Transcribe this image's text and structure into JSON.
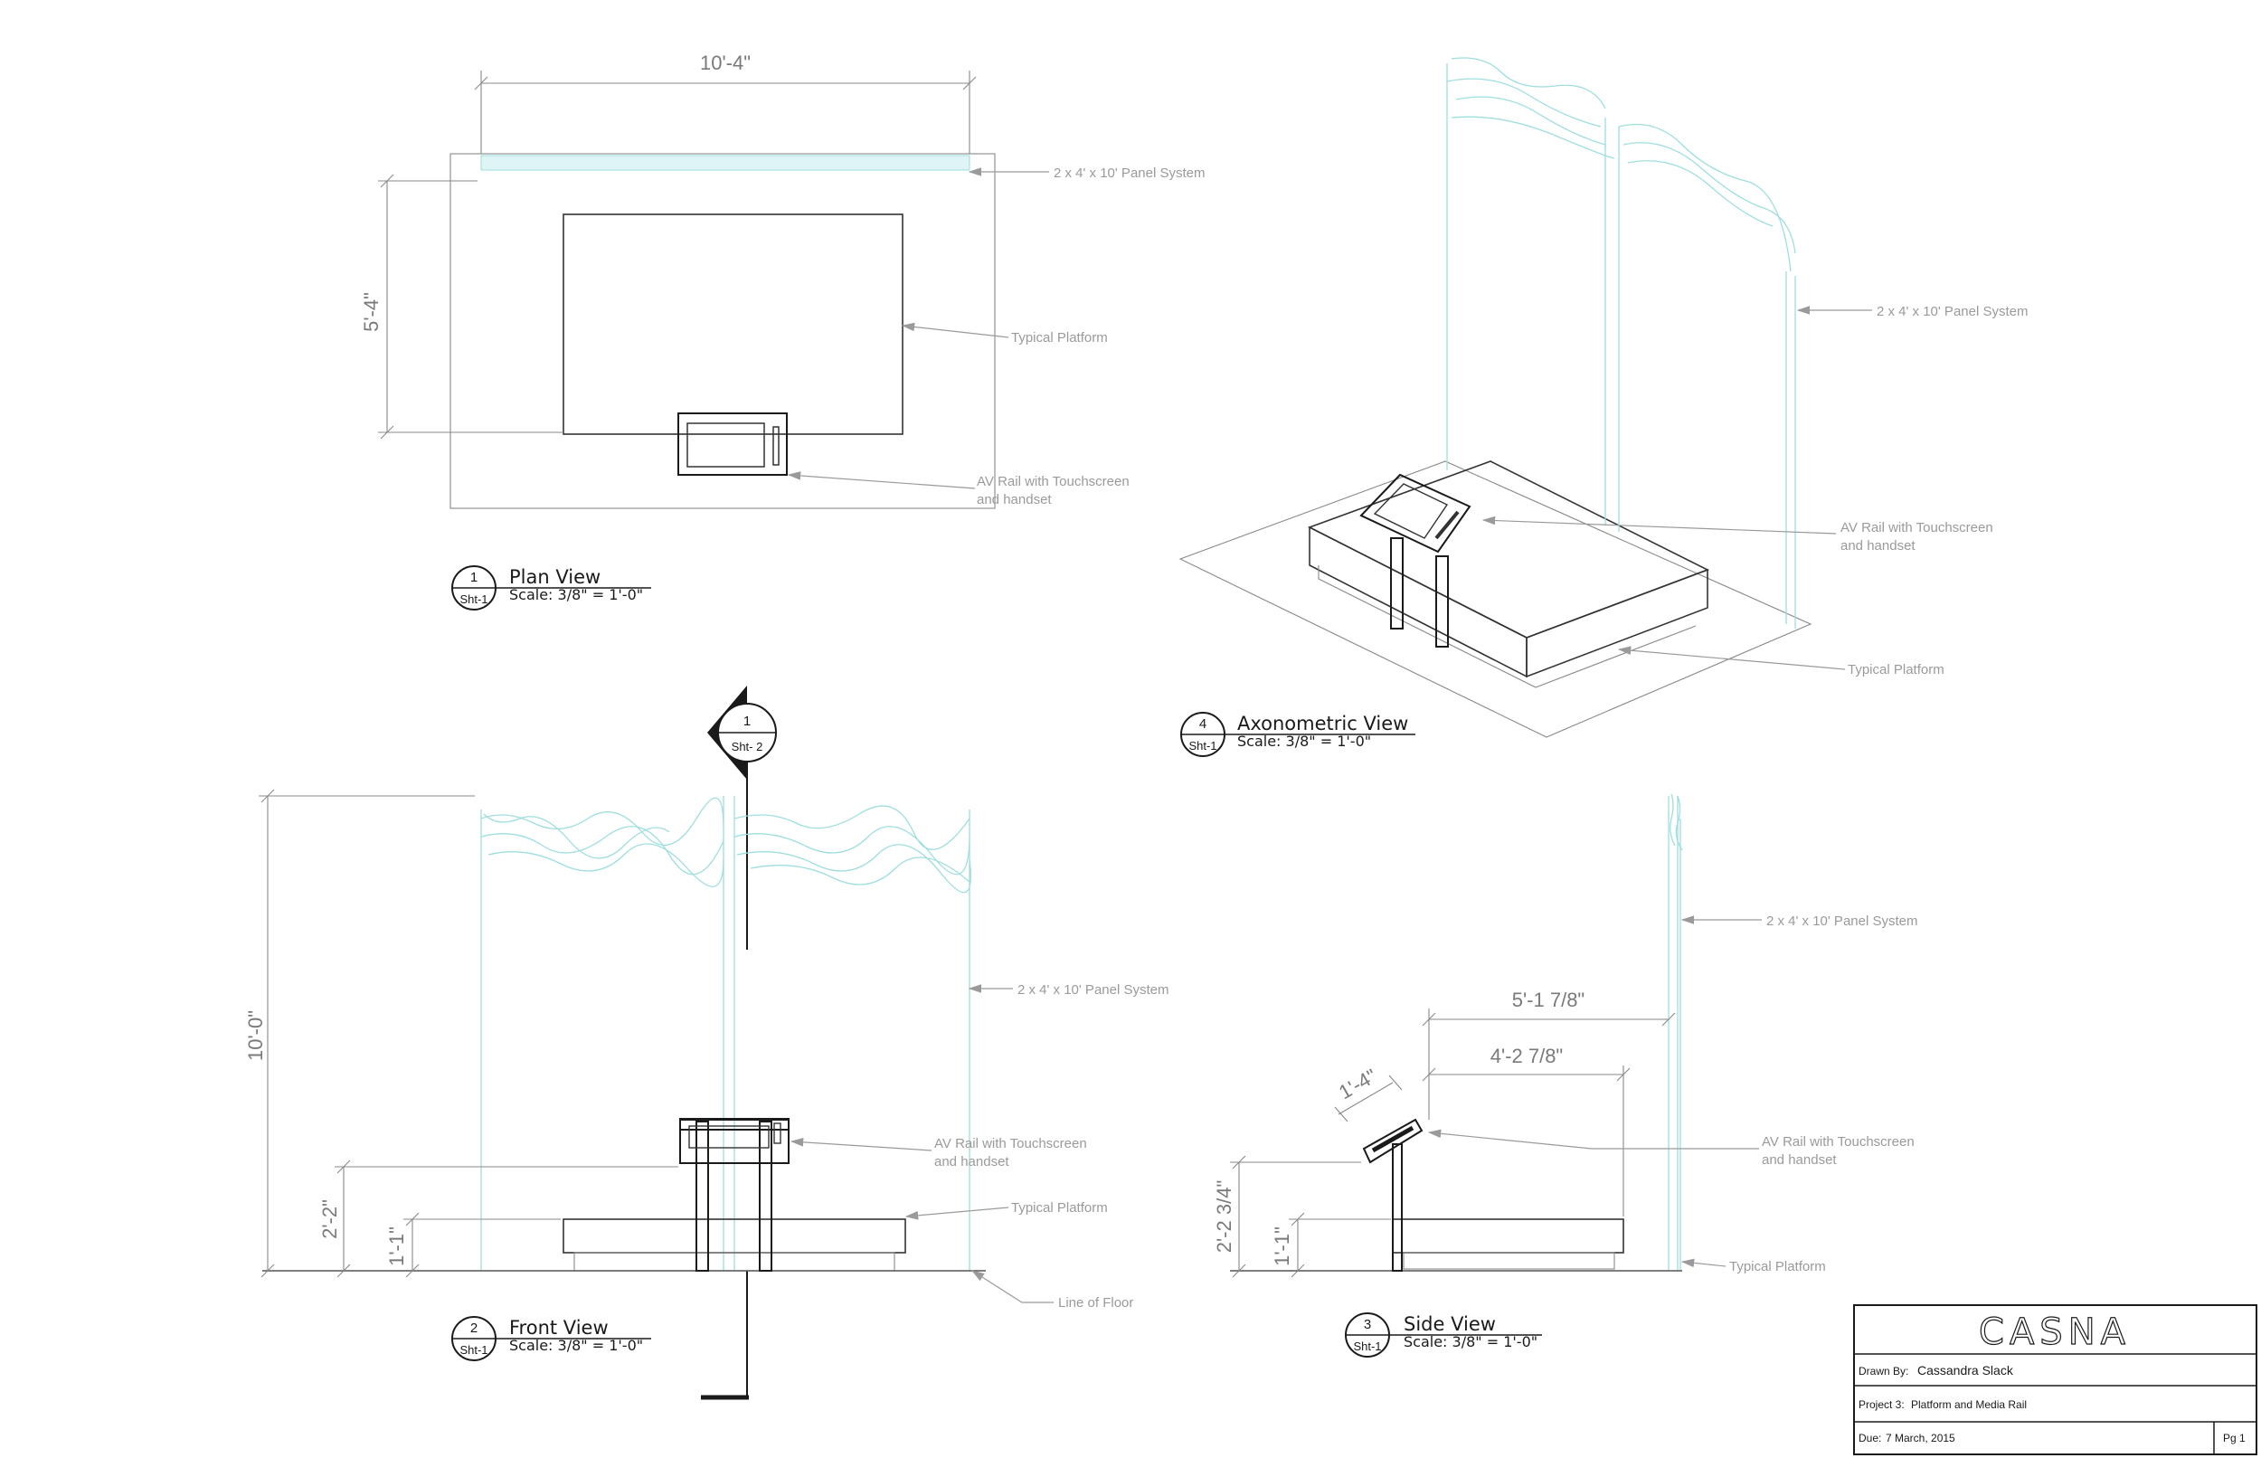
{
  "dimensions": {
    "plan_width": "10'-4\"",
    "plan_depth": "5'-4\"",
    "front_height": "10'-0\"",
    "front_rail_height": "2'-2\"",
    "front_platform_height": "1'-1\"",
    "side_overall": "5'-1 7/8\"",
    "side_platform": "4'-2 7/8\"",
    "side_rail_screen": "1'-4\"",
    "side_rail_height": "2'-2 3/4\"",
    "side_platform_height": "1'-1\""
  },
  "notes": {
    "panel_system": "2 x 4' x 10' Panel System",
    "typical_platform": "Typical Platform",
    "av_rail_line1": "AV Rail with Touchscreen",
    "av_rail_line2": "and handset",
    "line_of_floor": "Line of Floor"
  },
  "views": {
    "plan": {
      "number": "1",
      "sheet": "Sht-1",
      "title": "Plan View",
      "scale": "Scale: 3/8\" = 1'-0\""
    },
    "front": {
      "number": "2",
      "sheet": "Sht-1",
      "title": "Front View",
      "scale": "Scale: 3/8\" = 1'-0\""
    },
    "side": {
      "number": "3",
      "sheet": "Sht-1",
      "title": "Side View",
      "scale": "Scale: 3/8\" = 1'-0\""
    },
    "axon": {
      "number": "4",
      "sheet": "Sht-1",
      "title": "Axonometric View",
      "scale": "Scale: 3/8\" = 1'-0\""
    }
  },
  "section_marker": {
    "number": "1",
    "sheet": "Sht- 2"
  },
  "title_block": {
    "logo": "CASNA",
    "drawn_by_label": "Drawn By:",
    "drawn_by": "Cassandra Slack",
    "project_label": "Project 3:",
    "project": "Platform and Media Rail",
    "due_label": "Due:",
    "due": "7 March, 2015",
    "page": "Pg 1"
  },
  "colors": {
    "panel": "#9fdede",
    "line": "#888888",
    "ink": "#1a1a1a"
  }
}
